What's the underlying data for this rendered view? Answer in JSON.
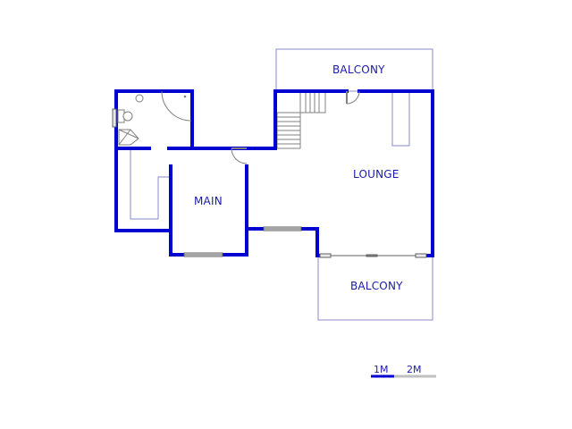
{
  "floorplan": {
    "rooms": [
      {
        "id": "balcony-top",
        "label": "BALCONY"
      },
      {
        "id": "lounge",
        "label": "LOUNGE"
      },
      {
        "id": "main",
        "label": "MAIN"
      },
      {
        "id": "balcony-bottom",
        "label": "BALCONY"
      }
    ],
    "scale": {
      "labels": [
        "1M",
        "2M"
      ]
    },
    "colors": {
      "wall": "#0000d0",
      "outline": "#8888c8",
      "label": "#1a1aa8",
      "fixture": "#808080",
      "scale_bar_active": "#0000d0",
      "scale_bar_inactive": "#c0c0c0"
    }
  }
}
